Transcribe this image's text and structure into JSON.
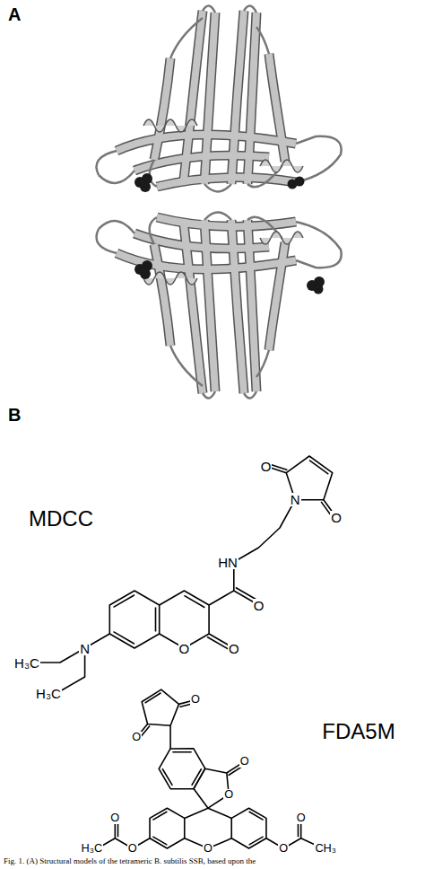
{
  "diagram": {
    "caption": "Fig. 1. (A) Structural models of the tetrameric B. subtilis SSB, based upon the",
    "labels": [
      "A",
      "B",
      "MDCC",
      "O",
      "N",
      "O",
      "HN",
      "O",
      "H₃C",
      "N",
      "H₃C",
      "O",
      "O",
      "FDA5M",
      "O",
      "O",
      "O",
      "O",
      "O",
      "O",
      "O",
      "H₃C",
      "O",
      "O",
      "CH₃"
    ]
  }
}
